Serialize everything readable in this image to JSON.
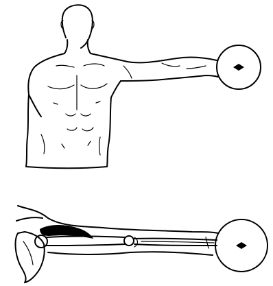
{
  "figure": {
    "colors": {
      "ink": "#000000",
      "background": "#ffffff"
    },
    "panels": [
      {
        "name": "frontal-view",
        "icon": "torso-arm-abducted-with-weight"
      },
      {
        "name": "lateral-view",
        "icon": "arm-bones-and-muscle-with-weight"
      }
    ]
  }
}
